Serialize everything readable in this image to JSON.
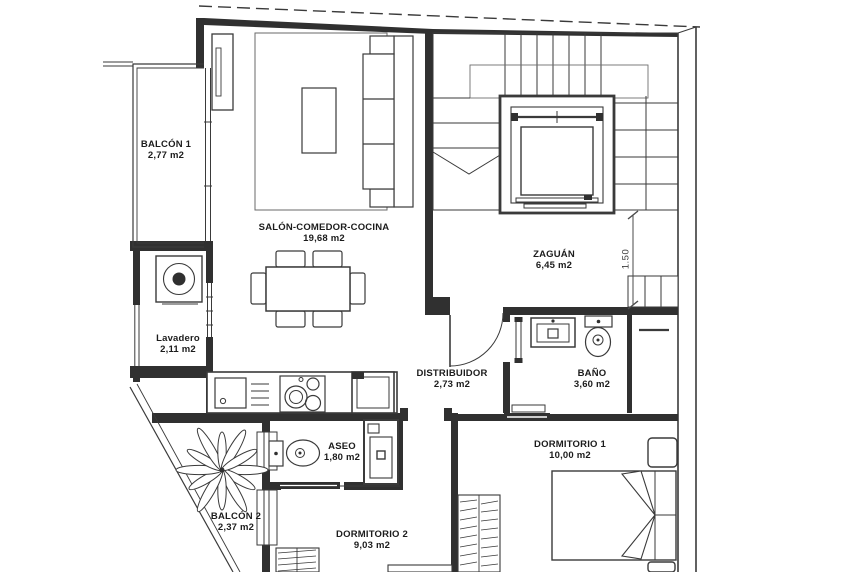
{
  "plan": {
    "title": "apartment-floor-plan",
    "ink_color": "#3a3a3a",
    "paper_color": "#ffffff"
  },
  "rooms": {
    "balcon1": {
      "label": "BALCÓN 1",
      "area": "2,77 m2"
    },
    "salon": {
      "label": "SALÓN-COMEDOR-COCINA",
      "area": "19,68 m2"
    },
    "lavadero": {
      "label": "Lavadero",
      "area": "2,11 m2"
    },
    "zaguan": {
      "label": "ZAGUÁN",
      "area": "6,45 m2"
    },
    "distribuidor": {
      "label": "DISTRIBUIDOR",
      "area": "2,73 m2"
    },
    "bano": {
      "label": "BAÑO",
      "area": "3,60 m2"
    },
    "aseo": {
      "label": "ASEO",
      "area": "1,80 m2"
    },
    "dormitorio1": {
      "label": "DORMITORIO 1",
      "area": "10,00 m2"
    },
    "dormitorio2": {
      "label": "DORMITORIO 2",
      "area": "9,03 m2"
    },
    "balcon2": {
      "label": "BALCÓN 2",
      "area": "2,37 m2"
    }
  },
  "dimensions": {
    "zaguan_depth": "1.50"
  }
}
